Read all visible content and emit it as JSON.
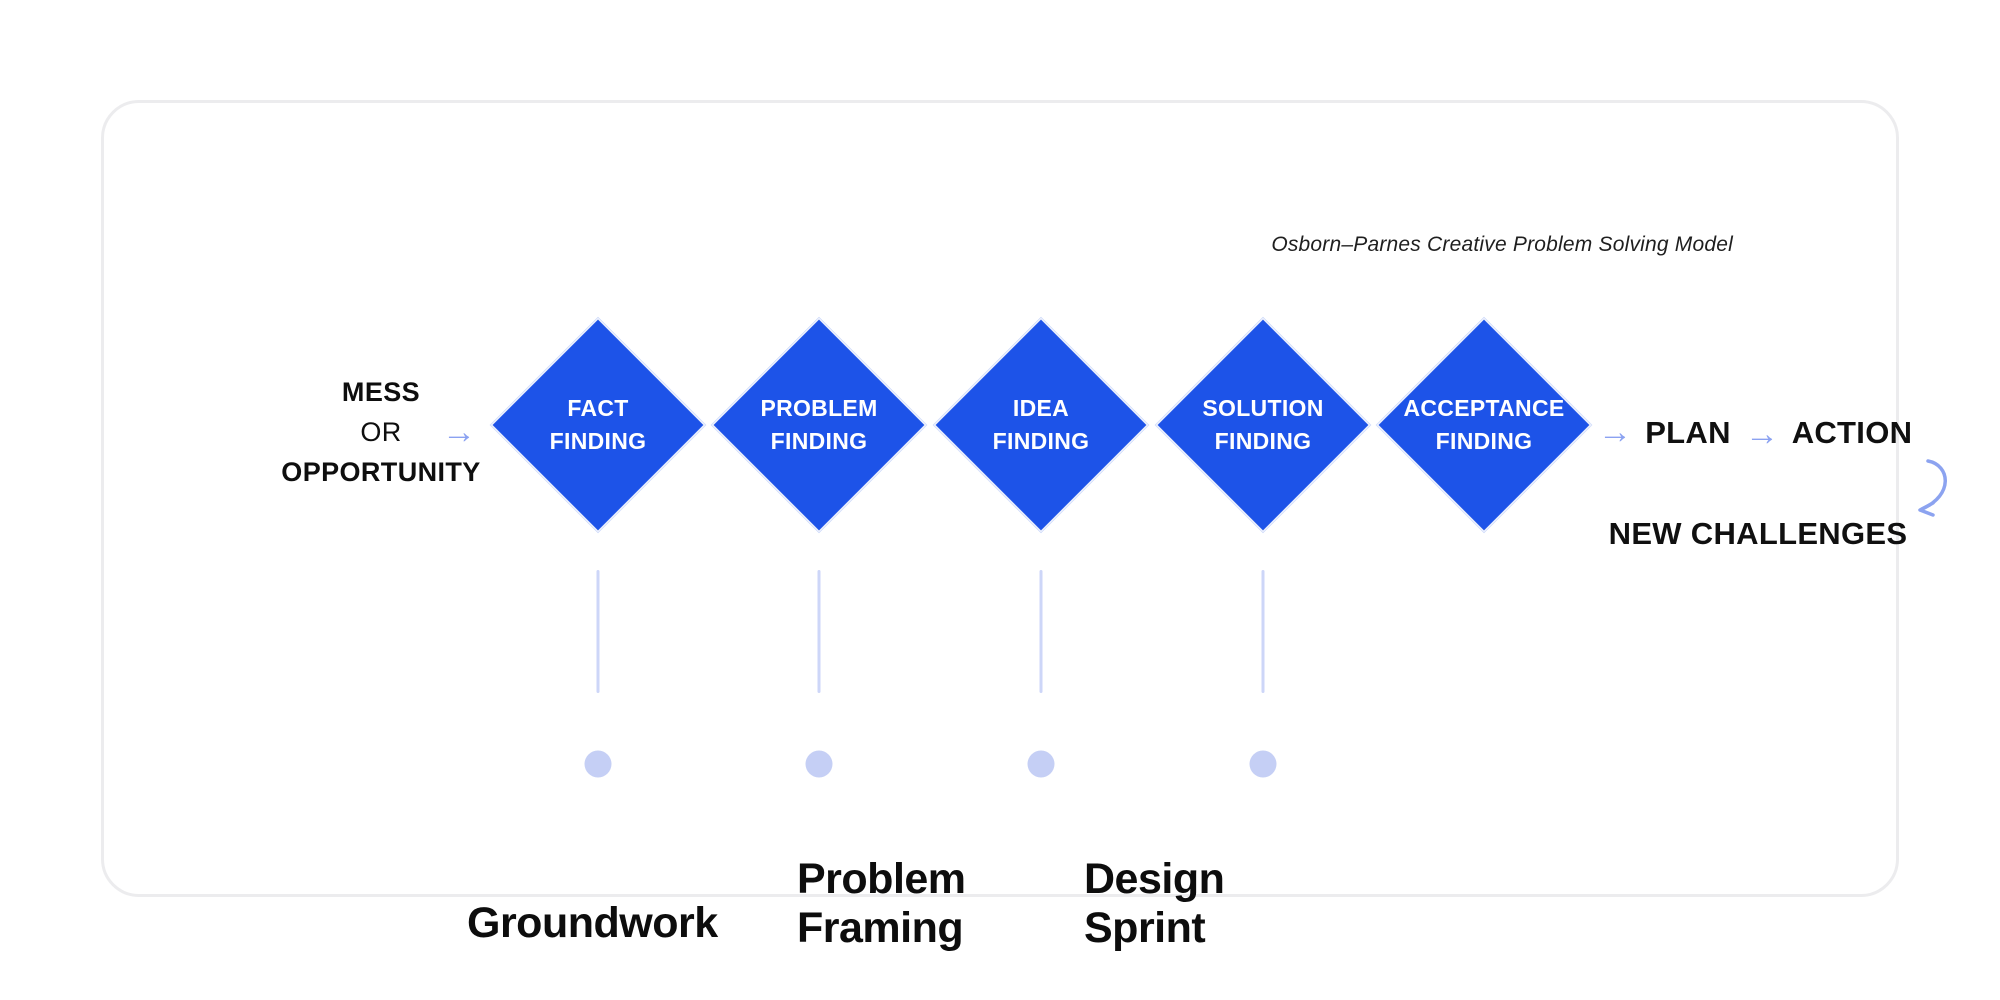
{
  "title": "Osborn–Parnes Creative Problem Solving Model",
  "start": {
    "line1": "MESS",
    "line2": "OR",
    "line3": "OPPORTUNITY"
  },
  "flow": {
    "arrow_glyph": "→",
    "plan": "PLAN",
    "action": "ACTION",
    "new_challenges": "NEW CHALLENGES"
  },
  "stages": [
    {
      "line1": "FACT",
      "line2": "FINDING"
    },
    {
      "line1": "PROBLEM",
      "line2": "FINDING"
    },
    {
      "line1": "IDEA",
      "line2": "FINDING"
    },
    {
      "line1": "SOLUTION",
      "line2": "FINDING"
    },
    {
      "line1": "ACCEPTANCE",
      "line2": "FINDING"
    }
  ],
  "phases": [
    {
      "line1": "Groundwork",
      "line2": ""
    },
    {
      "line1": "Problem",
      "line2": "Framing"
    },
    {
      "line1": "Design",
      "line2": "Sprint"
    }
  ],
  "colors": {
    "diamond_blue": "#1d53e8",
    "arrow_light_blue": "#8ba2f1",
    "connector_periwinkle": "#cdd6f8",
    "dot_periwinkle": "#c5cff5",
    "text_black": "#111111",
    "card_border": "#ececee"
  }
}
